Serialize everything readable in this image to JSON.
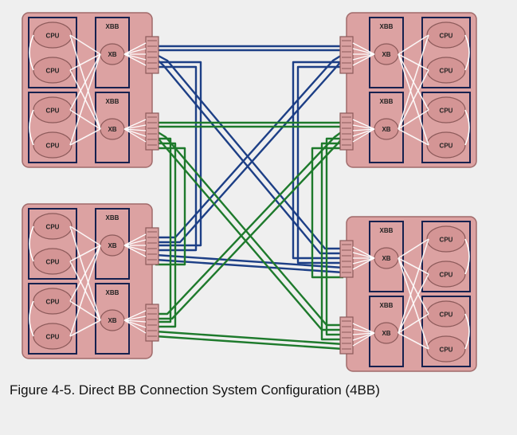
{
  "figure": {
    "caption": "Figure 4-5. Direct BB Connection System Configuration (4BB)"
  },
  "labels": {
    "cpu": "CPU",
    "crossbar_board": "XBB",
    "crossbar": "XB"
  },
  "colors": {
    "board_fill": "#dca2a2",
    "board_stroke": "#a06a6a",
    "module_stroke": "#16214f",
    "blue_cable": "#1d3f86",
    "green_cable": "#1e7a2c",
    "background": "#efefef"
  }
}
